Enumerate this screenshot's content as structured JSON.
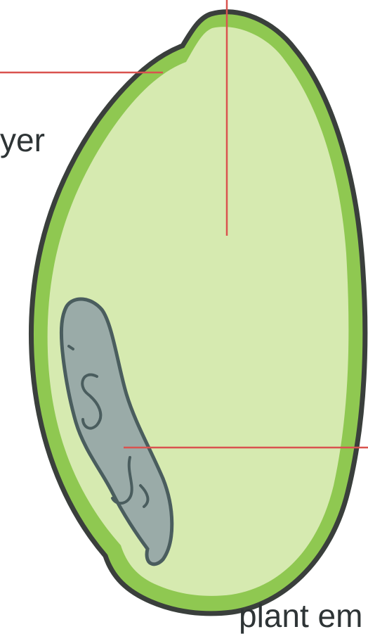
{
  "labels": {
    "seed_coat_label": "yer",
    "embryo_label": "plant em"
  },
  "colors": {
    "outline": "#3a3f3c",
    "outer_layer": "#8fc851",
    "endosperm": "#d6eab0",
    "embryo_fill": "#9aaba8",
    "embryo_stroke": "#4a5d5e",
    "pointer_line": "#d9534f",
    "label_text": "#2e3436"
  },
  "parts": [
    "seed-coat",
    "endosperm",
    "embryo"
  ]
}
